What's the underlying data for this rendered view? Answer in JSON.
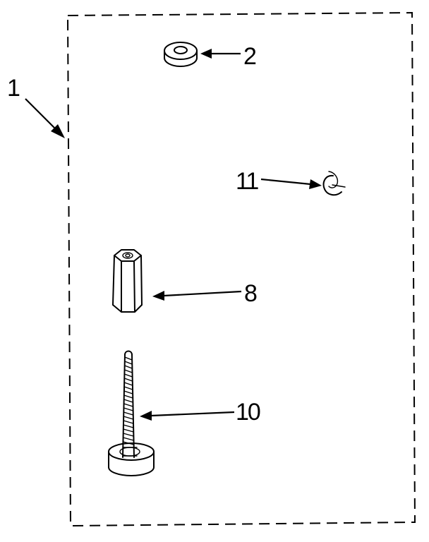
{
  "diagram": {
    "callouts": {
      "kit": "1",
      "washer": "2",
      "clip": "11",
      "standoff": "8",
      "screw": "10"
    }
  }
}
